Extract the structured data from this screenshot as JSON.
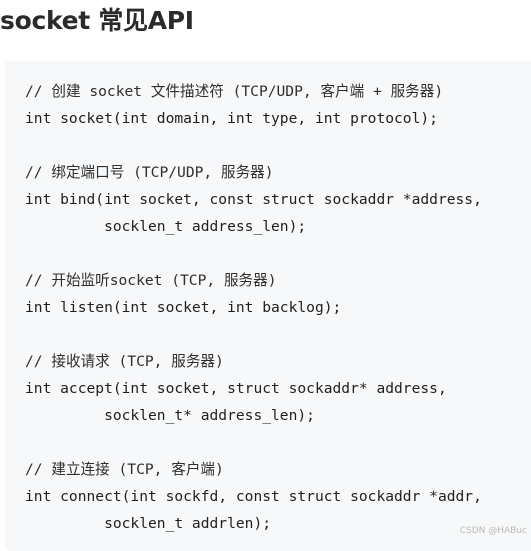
{
  "heading": "socket 常见API",
  "code_lines": [
    "// 创建 socket 文件描述符 (TCP/UDP, 客户端 + 服务器)",
    "int socket(int domain, int type, int protocol);",
    "",
    "// 绑定端口号 (TCP/UDP, 服务器)",
    "int bind(int socket, const struct sockaddr *address,",
    "         socklen_t address_len);",
    "",
    "// 开始监听socket (TCP, 服务器)",
    "int listen(int socket, int backlog);",
    "",
    "// 接收请求 (TCP, 服务器)",
    "int accept(int socket, struct sockaddr* address,",
    "         socklen_t* address_len);",
    "",
    "// 建立连接 (TCP, 客户端)",
    "int connect(int sockfd, const struct sockaddr *addr,",
    "         socklen_t addrlen);"
  ],
  "watermark": "CSDN @HABuc"
}
